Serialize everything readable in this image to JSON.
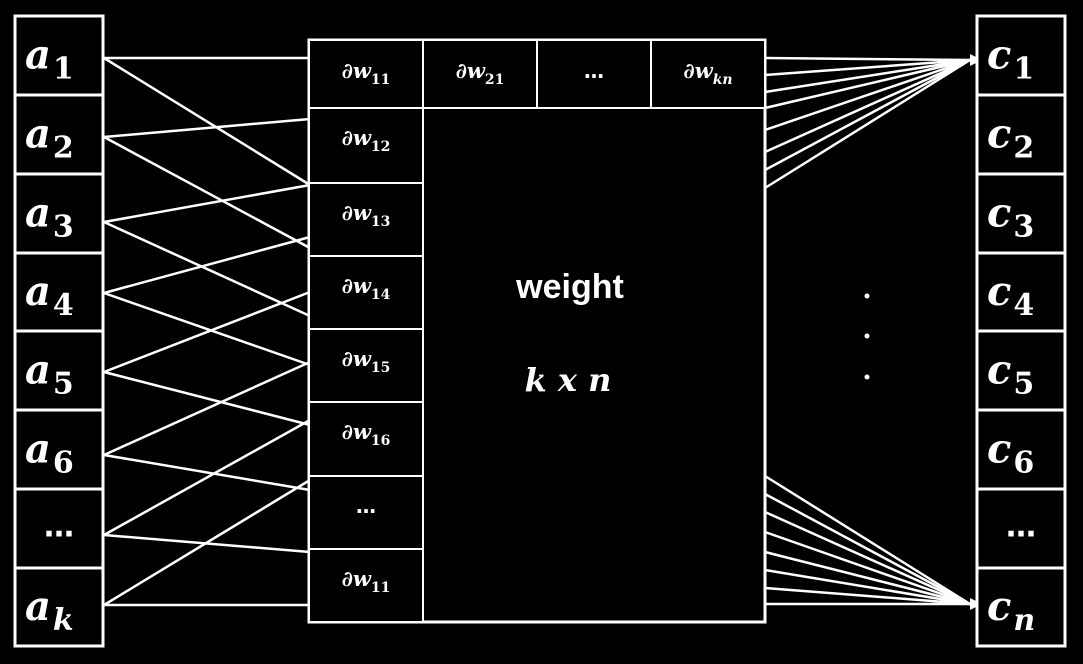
{
  "inputs": {
    "items": [
      {
        "base": "a",
        "sub": "1"
      },
      {
        "base": "a",
        "sub": "2"
      },
      {
        "base": "a",
        "sub": "3"
      },
      {
        "base": "a",
        "sub": "4"
      },
      {
        "base": "a",
        "sub": "5"
      },
      {
        "base": "a",
        "sub": "6"
      },
      {
        "text": "…"
      },
      {
        "base": "a",
        "sub": "k"
      }
    ]
  },
  "outputs": {
    "items": [
      {
        "base": "c",
        "sub": "1"
      },
      {
        "base": "c",
        "sub": "2"
      },
      {
        "base": "c",
        "sub": "3"
      },
      {
        "base": "c",
        "sub": "4"
      },
      {
        "base": "c",
        "sub": "5"
      },
      {
        "base": "c",
        "sub": "6"
      },
      {
        "text": "…"
      },
      {
        "base": "c",
        "sub": "n"
      }
    ]
  },
  "weight": {
    "top_cells": [
      {
        "base": "∂w",
        "sub": "11"
      },
      {
        "base": "∂w",
        "sub": "21"
      },
      {
        "text": "…"
      },
      {
        "base": "∂w",
        "sub": "kn"
      }
    ],
    "left_cells": [
      {
        "base": "∂w",
        "sub": "12"
      },
      {
        "base": "∂w",
        "sub": "13"
      },
      {
        "base": "∂w",
        "sub": "14"
      },
      {
        "base": "∂w",
        "sub": "15"
      },
      {
        "base": "∂w",
        "sub": "16"
      },
      {
        "text": "…"
      },
      {
        "base": "∂w",
        "sub": "11"
      }
    ],
    "title": "weight",
    "dims": "k x n"
  }
}
